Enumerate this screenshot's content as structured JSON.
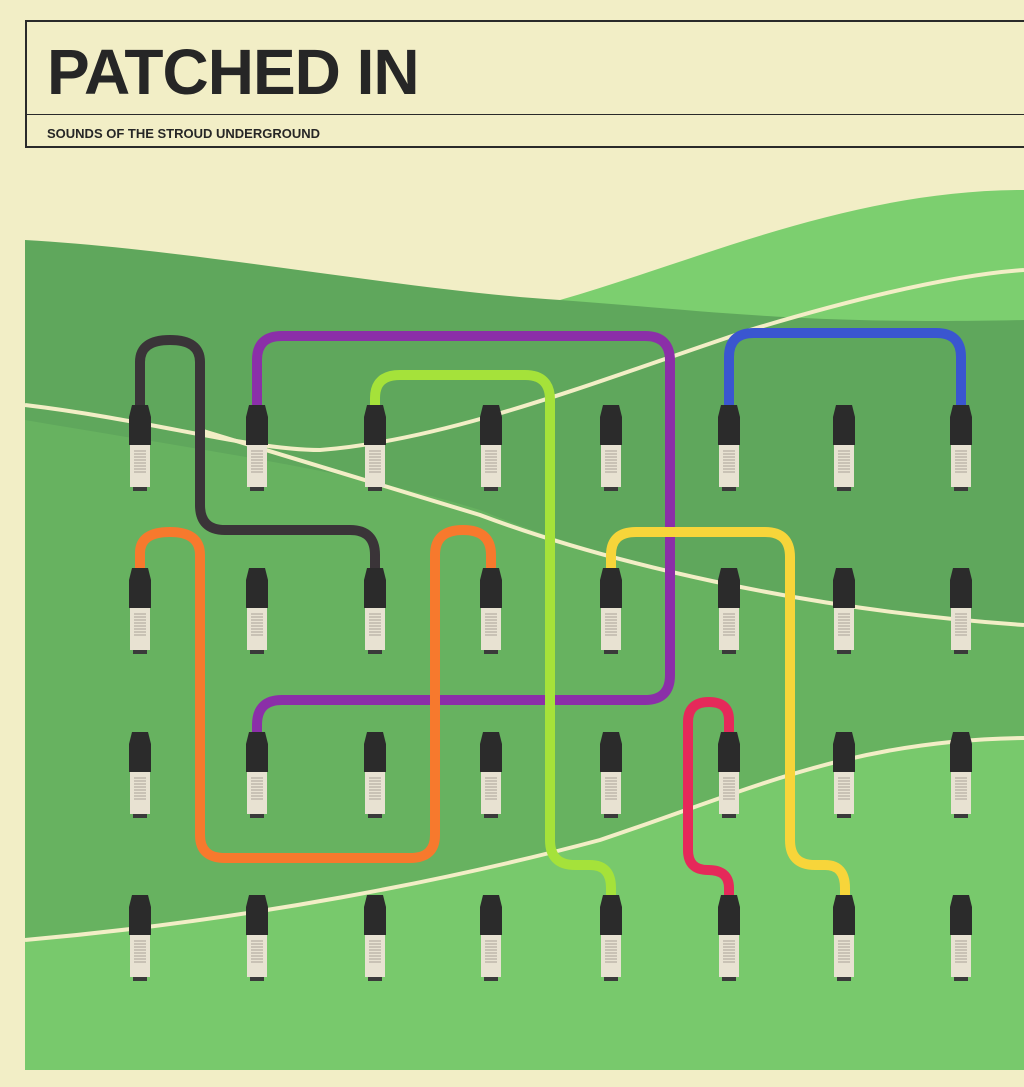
{
  "cover": {
    "title": "PATCHED IN",
    "subtitle": "SOUNDS OF THE STROUD UNDERGROUND"
  },
  "colors": {
    "background": "#f2eec6",
    "hill_dark": "#5fa75c",
    "hill_mid": "#6cba64",
    "hill_light": "#7ccf6f",
    "cable_black": "#3a3438",
    "cable_purple": "#8b2fa8",
    "cable_lime": "#a5e23a",
    "cable_blue": "#3a56d0",
    "cable_orange": "#f7792d",
    "cable_yellow": "#f7d53a",
    "cable_red": "#e5295a"
  },
  "connector_grid": {
    "rows": 4,
    "columns": 8,
    "icon": "xlr-connector-icon"
  }
}
